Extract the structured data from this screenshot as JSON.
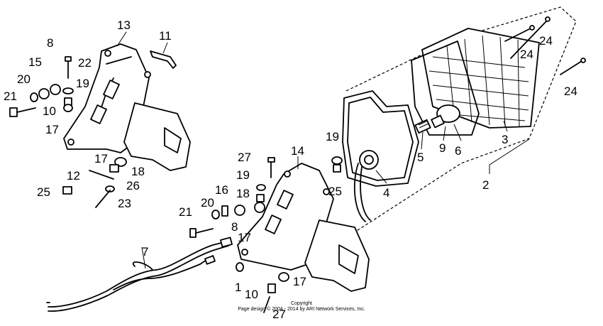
{
  "callouts": {
    "c1": "1",
    "c2": "2",
    "c3": "3",
    "c4": "4",
    "c5": "5",
    "c6": "6",
    "c7": "7",
    "c8a": "8",
    "c8b": "8",
    "c9": "9",
    "c10a": "10",
    "c10b": "10",
    "c11": "11",
    "c12": "12",
    "c13": "13",
    "c14": "14",
    "c15": "15",
    "c16": "16",
    "c17a": "17",
    "c17b": "17",
    "c17c": "17",
    "c17d": "17",
    "c18a": "18",
    "c18b": "18",
    "c19a": "19",
    "c19b": "19",
    "c19c": "19",
    "c20a": "20",
    "c20b": "20",
    "c21a": "21",
    "c21b": "21",
    "c22": "22",
    "c23": "23",
    "c24a": "24",
    "c24b": "24",
    "c24c": "24",
    "c25a": "25",
    "c25b": "25",
    "c26": "26",
    "c27a": "27",
    "c27b": "27"
  },
  "copyright": {
    "line1": "Copyright",
    "line2": "Page design © 2004 - 2014 by ARI Network Services, Inc."
  }
}
